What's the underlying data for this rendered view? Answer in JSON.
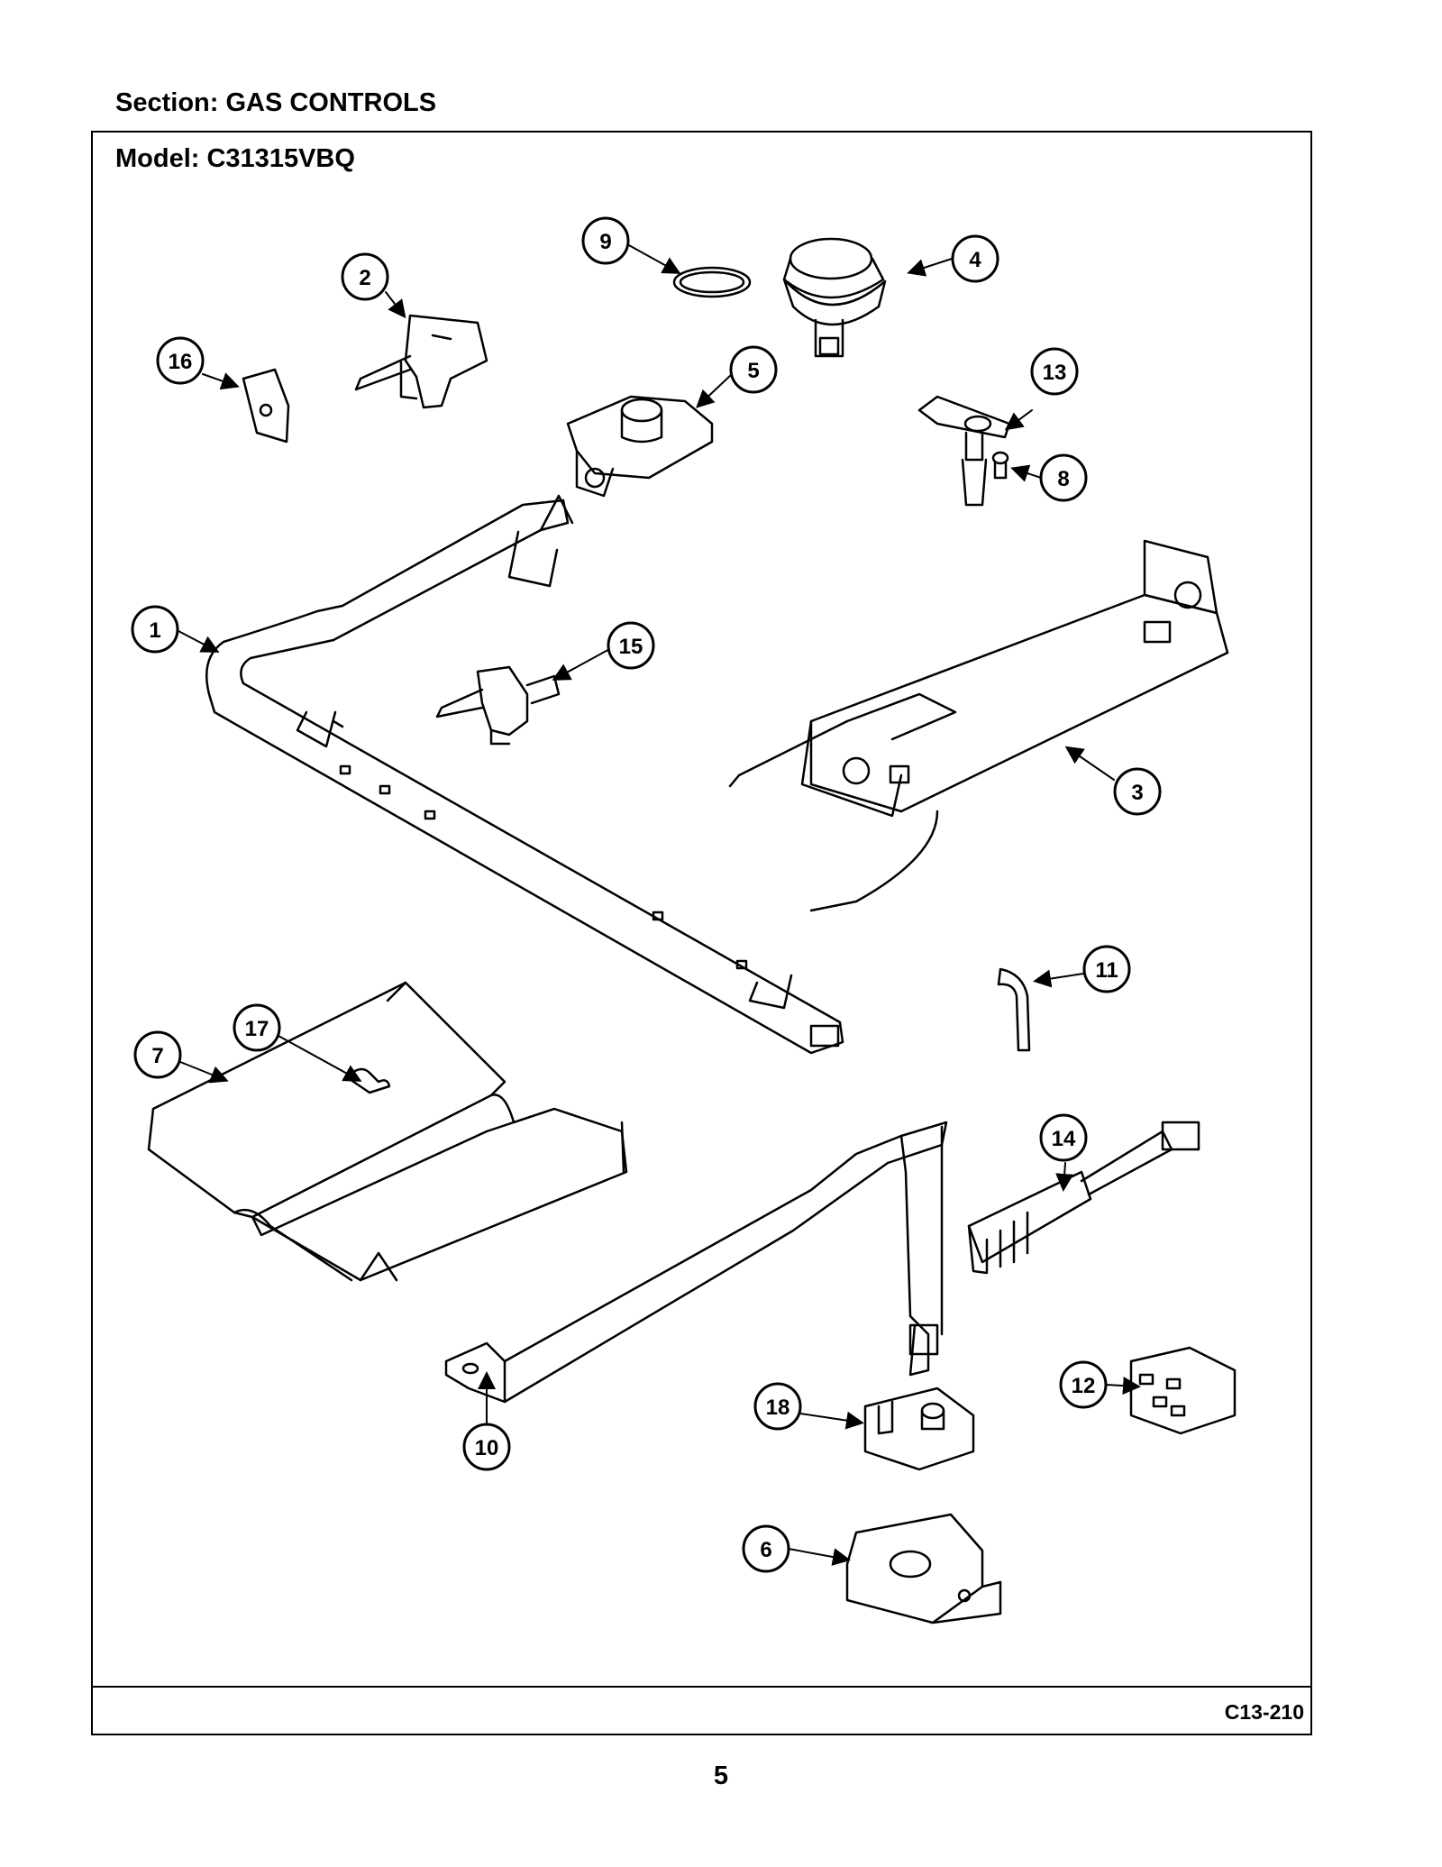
{
  "header": {
    "section_title": "Section:  GAS CONTROLS",
    "model_title": "Model:  C31315VBQ"
  },
  "footer": {
    "diagram_code": "C13-210",
    "page_number": "5"
  },
  "callouts": [
    {
      "id": "callout-1",
      "label": "1"
    },
    {
      "id": "callout-2",
      "label": "2"
    },
    {
      "id": "callout-3",
      "label": "3"
    },
    {
      "id": "callout-4",
      "label": "4"
    },
    {
      "id": "callout-5",
      "label": "5"
    },
    {
      "id": "callout-6",
      "label": "6"
    },
    {
      "id": "callout-7",
      "label": "7"
    },
    {
      "id": "callout-8",
      "label": "8"
    },
    {
      "id": "callout-9",
      "label": "9"
    },
    {
      "id": "callout-10",
      "label": "10"
    },
    {
      "id": "callout-11",
      "label": "11"
    },
    {
      "id": "callout-12",
      "label": "12"
    },
    {
      "id": "callout-13",
      "label": "13"
    },
    {
      "id": "callout-14",
      "label": "14"
    },
    {
      "id": "callout-15",
      "label": "15"
    },
    {
      "id": "callout-16",
      "label": "16"
    },
    {
      "id": "callout-17",
      "label": "17"
    },
    {
      "id": "callout-18",
      "label": "18"
    }
  ]
}
